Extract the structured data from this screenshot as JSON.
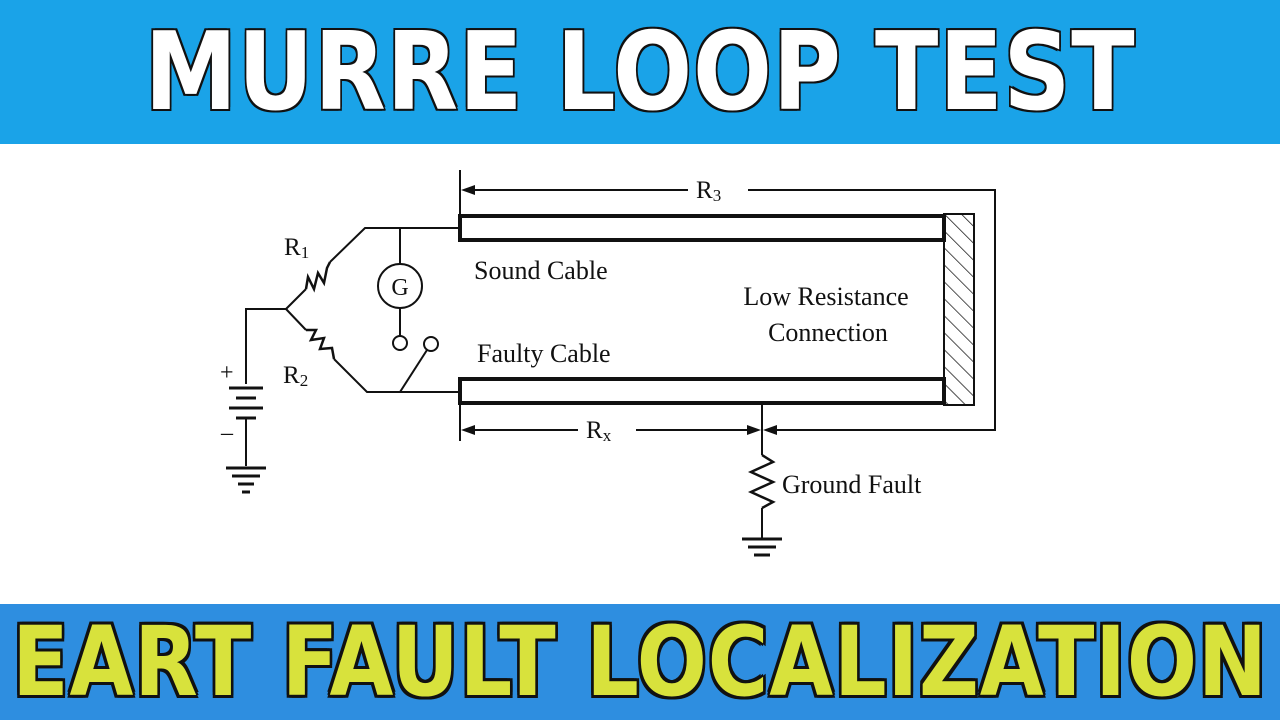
{
  "title": "MURRE  LOOP TEST",
  "subtitle": "EART FAULT LOCALIZATION",
  "diagram": {
    "labels": {
      "r1": "R1",
      "r2": "R2",
      "r3": "R3",
      "rx": "Rx",
      "galvanometer": "G",
      "battery_plus": "+",
      "battery_minus": "–",
      "sound_cable": "Sound Cable",
      "faulty_cable": "Faulty Cable",
      "low_resistance_line1": "Low Resistance",
      "low_resistance_line2": "Connection",
      "ground_fault": "Ground Fault"
    }
  }
}
